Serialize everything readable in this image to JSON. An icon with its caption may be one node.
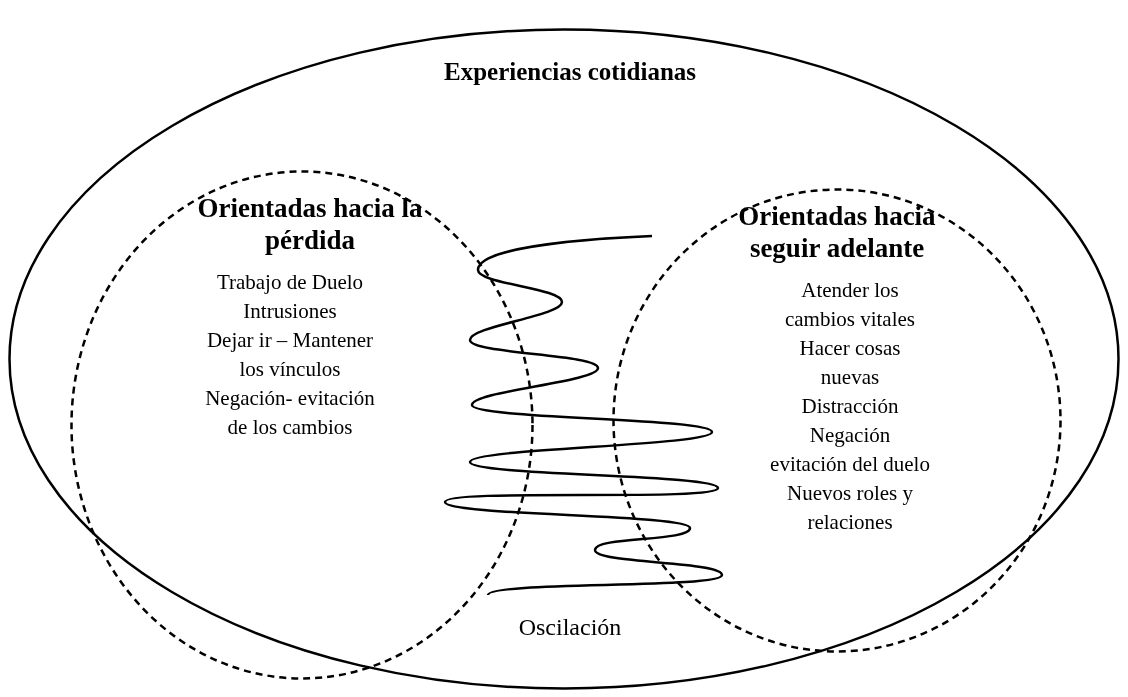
{
  "diagram": {
    "nodes": [
      {
        "text": [
          "Experiencias cotidianas"
        ]
      },
      {
        "text": [
          "Orientadas hacia la pérdida",
          "Trabajo de Duelo",
          "Intrusiones",
          "Dejar ir – Mantener los vínculos",
          "Negación- evitación de los cambios"
        ],
        "in": 0
      },
      {
        "text": [
          "Orientadas hacia seguir adelante",
          "Atender los cambios vitales",
          "Hacer cosas nuevas",
          "Distracción",
          "Negación evitación del duelo",
          "Nuevos roles y relaciones"
        ],
        "in": 0
      }
    ],
    "labels": [
      "Oscilación"
    ]
  }
}
